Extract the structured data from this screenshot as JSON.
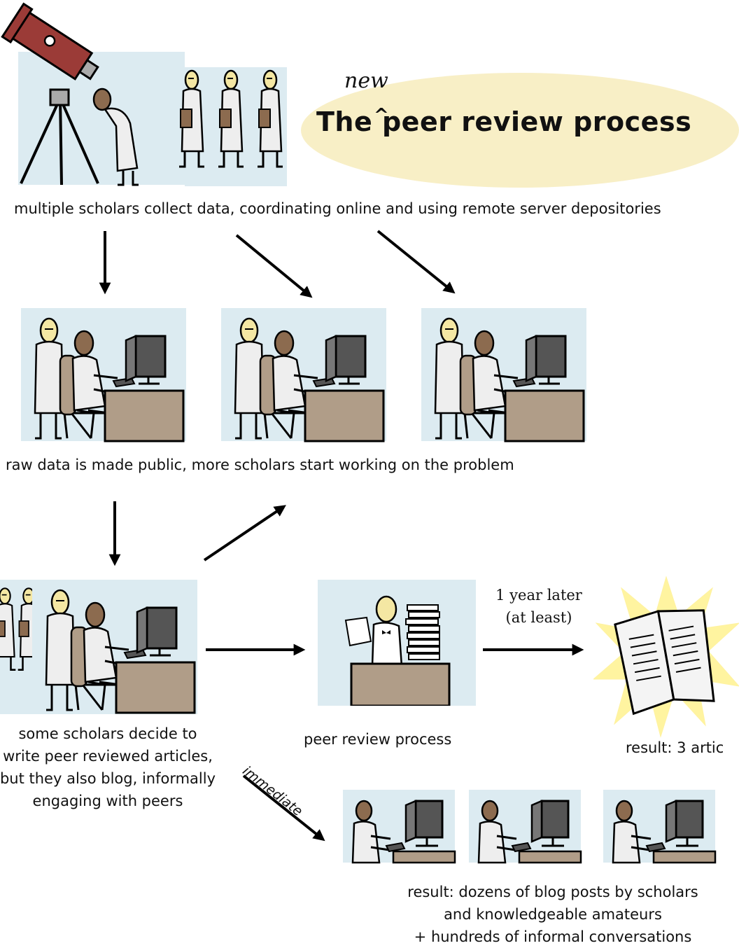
{
  "title": {
    "insert_word": "new",
    "text": "The peer review process"
  },
  "captions": {
    "collect": "multiple scholars collect data, coordinating online and using remote server depositories",
    "public": "raw data is made public, more scholars start working on the problem",
    "decide_lines": [
      "some scholars decide to",
      "write peer reviewed articles,",
      "but they also blog, informally",
      "engaging with peers"
    ],
    "peer_review": "peer review process",
    "delay_lines": [
      "1 year later",
      "(at least)"
    ],
    "result_articles": "result:  3 artic",
    "immediate": "immediate",
    "blog_result_lines": [
      "result: dozens of blog posts by scholars",
      "and knowledgeable amateurs",
      "+ hundreds of informal conversations"
    ]
  },
  "colors": {
    "panel": "#dcebf1",
    "title_ellipse": "#f8efc6",
    "desk": "#b09d88",
    "telescope": "#9b3b37",
    "skin_light": "#f4e7a3",
    "skin_dark": "#8c6b4f",
    "coat": "#eeeeee",
    "monitor": "#555555",
    "burst": "#fff4a0"
  }
}
